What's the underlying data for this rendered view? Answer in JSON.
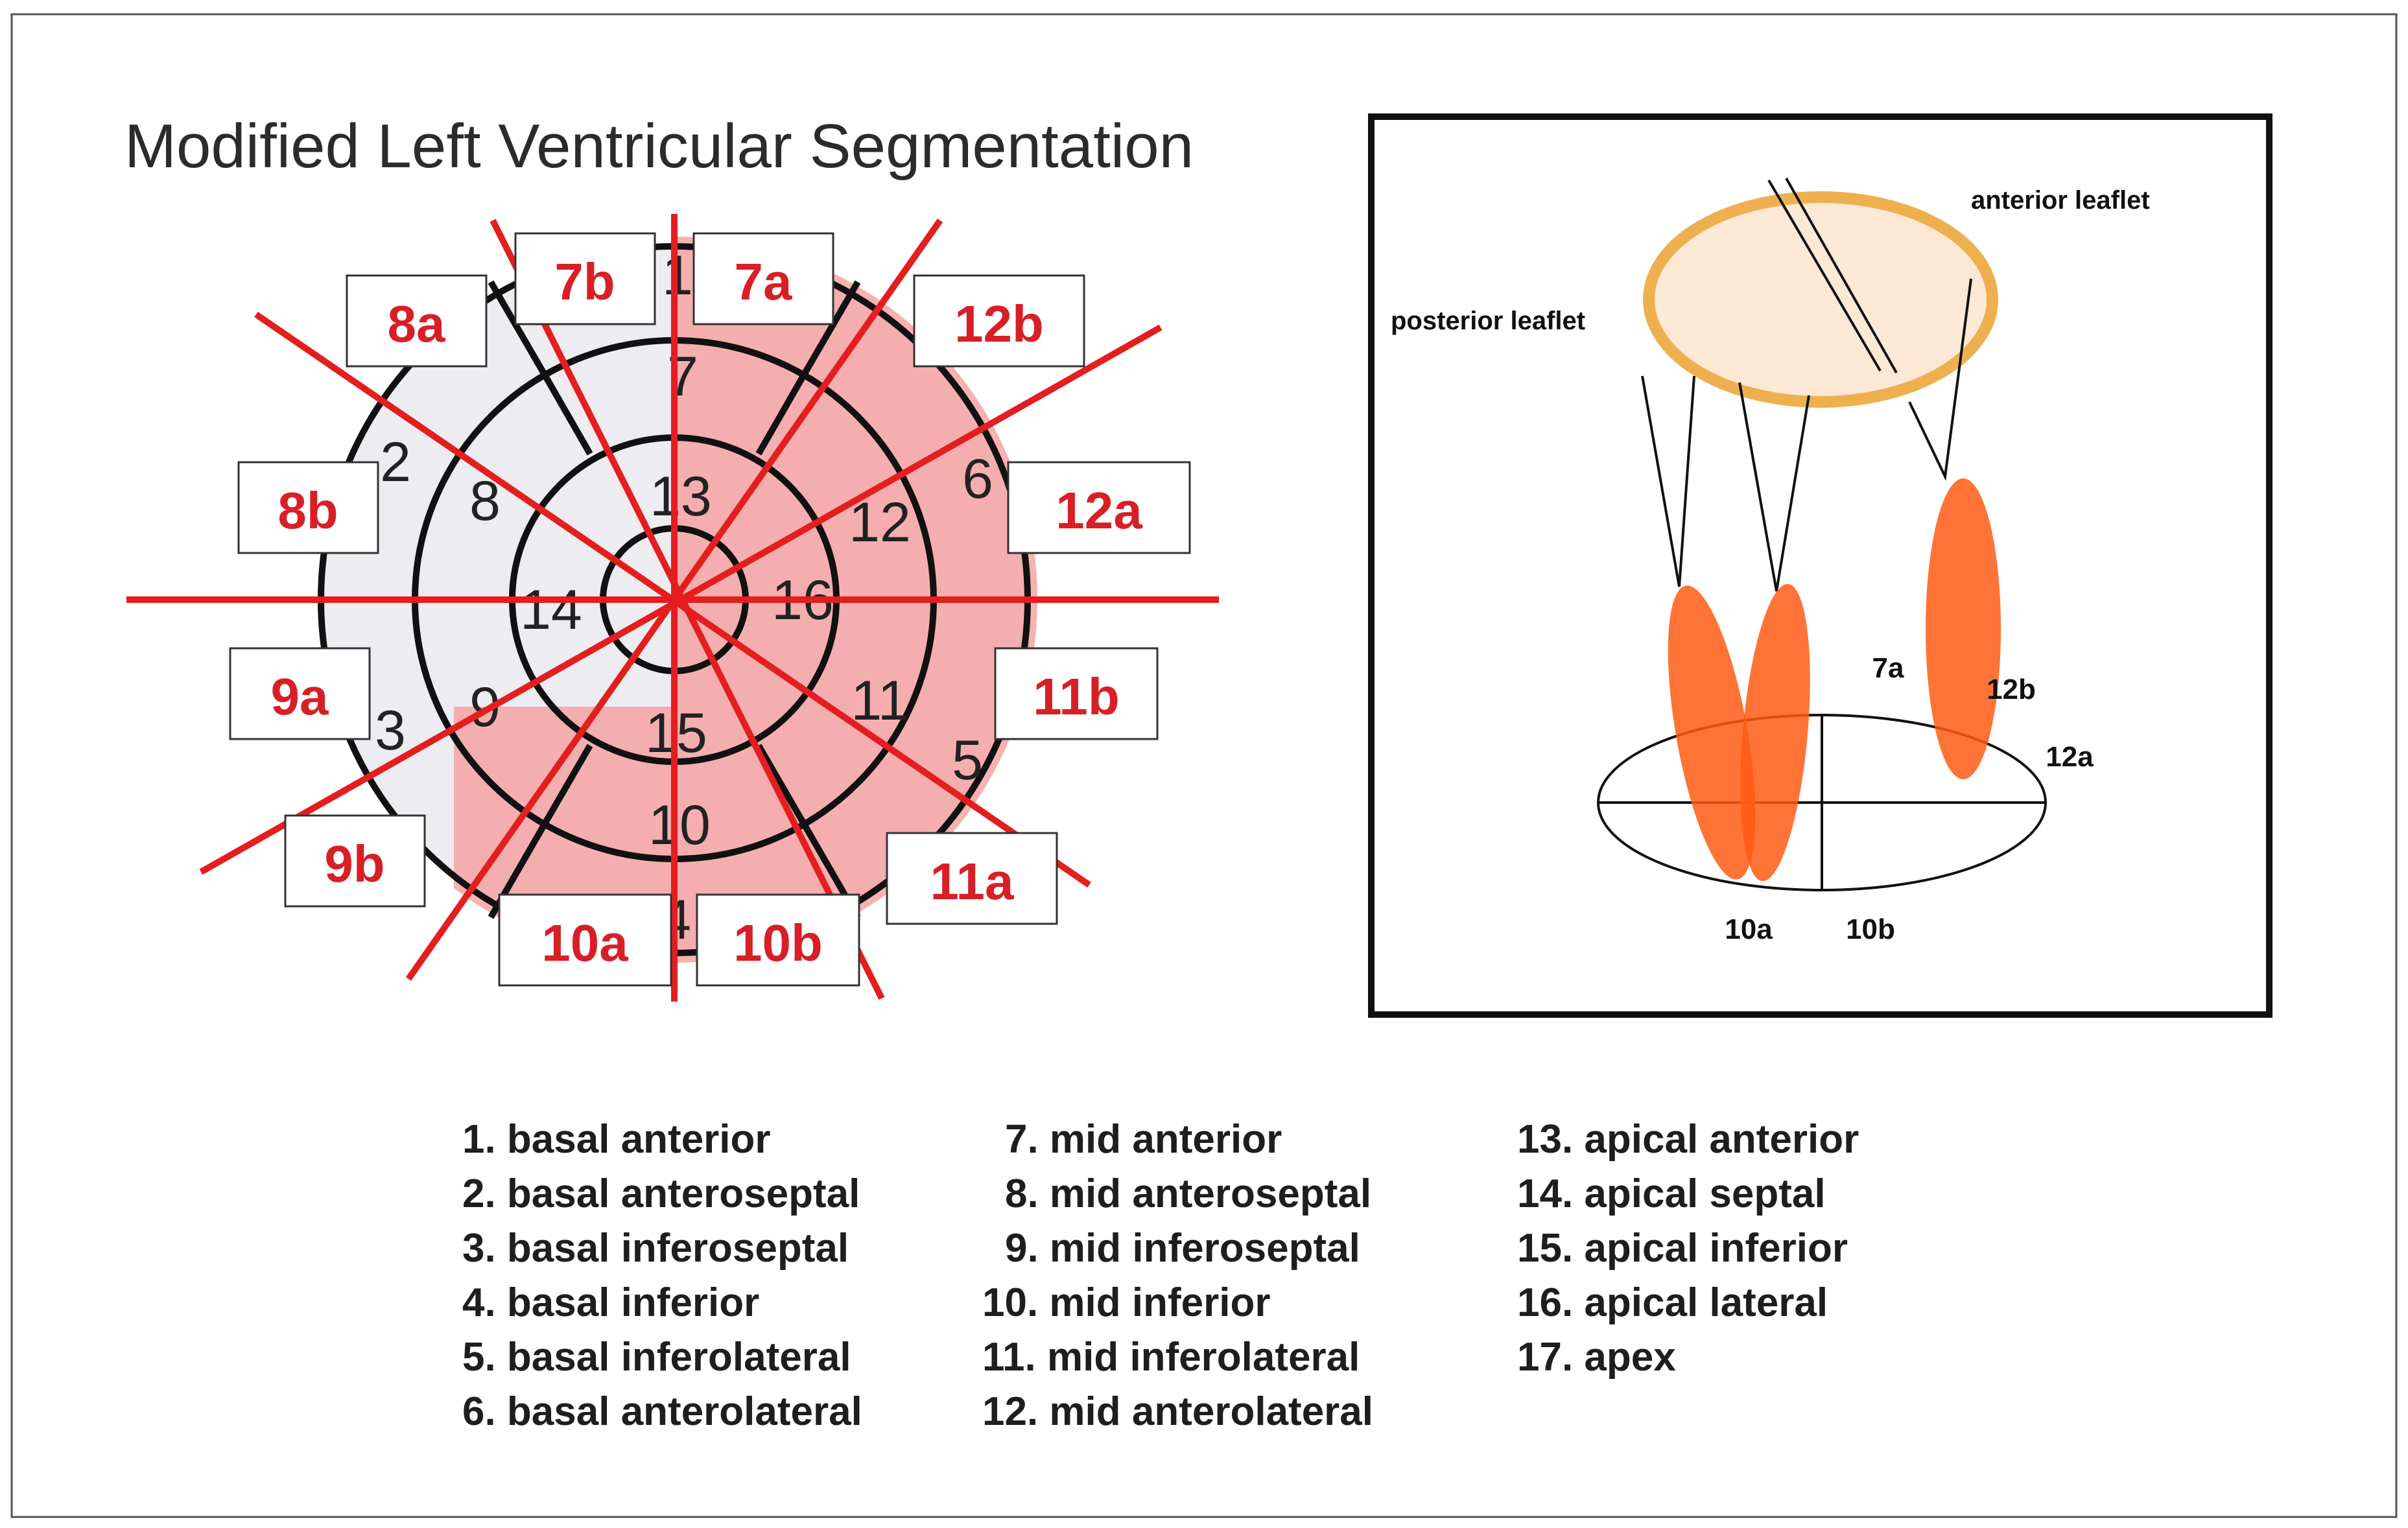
{
  "title": "Modified Left Ventricular Segmentation",
  "colors": {
    "red": "#e41e1e",
    "shade_red": "#f7a3a3",
    "shade_grey": "#e9e9ee",
    "label_red": "#d81f26",
    "annulus": "#eeb04f",
    "annulus_fill": "#fde8d6",
    "papillary": "#ff5a14"
  },
  "bullseye": {
    "basal": [
      "1",
      "2",
      "3",
      "4",
      "5",
      "6"
    ],
    "mid": [
      "7",
      "8",
      "9",
      "10",
      "11",
      "12"
    ],
    "apical": [
      "13",
      "14",
      "15",
      "16"
    ]
  },
  "subsegments": [
    "7a",
    "7b",
    "8a",
    "8b",
    "9a",
    "9b",
    "10a",
    "10b",
    "11a",
    "11b",
    "12a",
    "12b"
  ],
  "valve_panel": {
    "anterior_leaflet": "anterior leaflet",
    "posterior_leaflet": "posterior leaflet",
    "labels": [
      "7a",
      "12b",
      "12a",
      "10a",
      "10b"
    ]
  },
  "legend": {
    "col1": [
      "1. basal anterior",
      "2. basal anteroseptal",
      "3. basal inferoseptal",
      "4. basal inferior",
      "5. basal inferolateral",
      "6. basal anterolateral"
    ],
    "col2": [
      "7. mid anterior",
      "8. mid anteroseptal",
      "9. mid inferoseptal",
      "10. mid inferior",
      "11. mid inferolateral",
      "12. mid anterolateral"
    ],
    "col3": [
      "13. apical anterior",
      "14. apical septal",
      "15. apical inferior",
      "16. apical lateral",
      "17. apex"
    ]
  }
}
